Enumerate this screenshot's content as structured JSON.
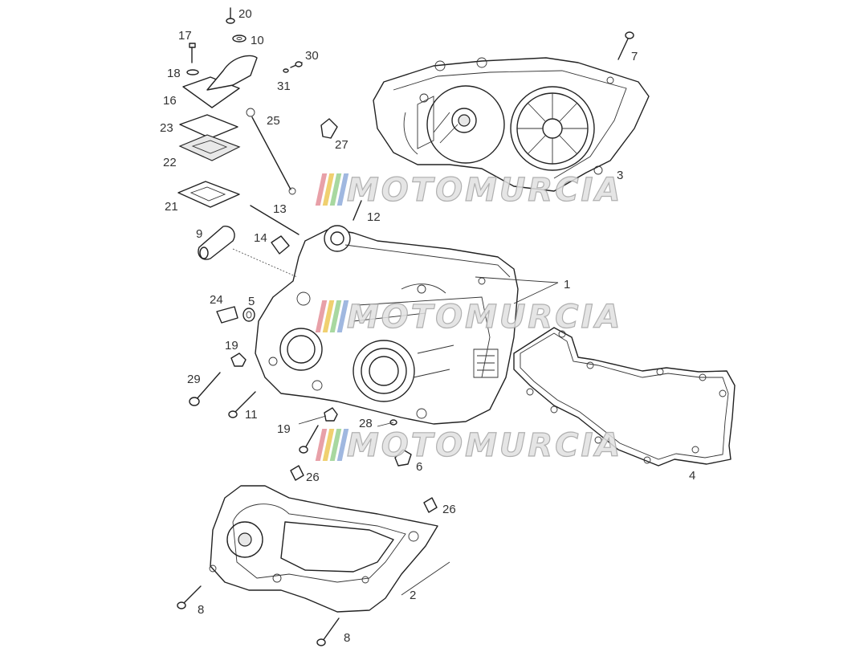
{
  "watermark": {
    "text": "MOTOMURCIA",
    "bar_colors": [
      "#e8a0a8",
      "#f0d070",
      "#a8d8a0",
      "#a0b8e0"
    ]
  },
  "callouts": [
    {
      "id": "1",
      "label": "1"
    },
    {
      "id": "2",
      "label": "2"
    },
    {
      "id": "3",
      "label": "3"
    },
    {
      "id": "4",
      "label": "4"
    },
    {
      "id": "5",
      "label": "5"
    },
    {
      "id": "6",
      "label": "6"
    },
    {
      "id": "7",
      "label": "7"
    },
    {
      "id": "8a",
      "label": "8"
    },
    {
      "id": "8b",
      "label": "8"
    },
    {
      "id": "9",
      "label": "9"
    },
    {
      "id": "10",
      "label": "10"
    },
    {
      "id": "11",
      "label": "11"
    },
    {
      "id": "12",
      "label": "12"
    },
    {
      "id": "13",
      "label": "13"
    },
    {
      "id": "14",
      "label": "14"
    },
    {
      "id": "16",
      "label": "16"
    },
    {
      "id": "17",
      "label": "17"
    },
    {
      "id": "18",
      "label": "18"
    },
    {
      "id": "19a",
      "label": "19"
    },
    {
      "id": "19b",
      "label": "19"
    },
    {
      "id": "20",
      "label": "20"
    },
    {
      "id": "21",
      "label": "21"
    },
    {
      "id": "22",
      "label": "22"
    },
    {
      "id": "23",
      "label": "23"
    },
    {
      "id": "24",
      "label": "24"
    },
    {
      "id": "25",
      "label": "25"
    },
    {
      "id": "26a",
      "label": "26"
    },
    {
      "id": "26b",
      "label": "26"
    },
    {
      "id": "27",
      "label": "27"
    },
    {
      "id": "28",
      "label": "28"
    },
    {
      "id": "29",
      "label": "29"
    },
    {
      "id": "30",
      "label": "30"
    },
    {
      "id": "31",
      "label": "31"
    }
  ]
}
